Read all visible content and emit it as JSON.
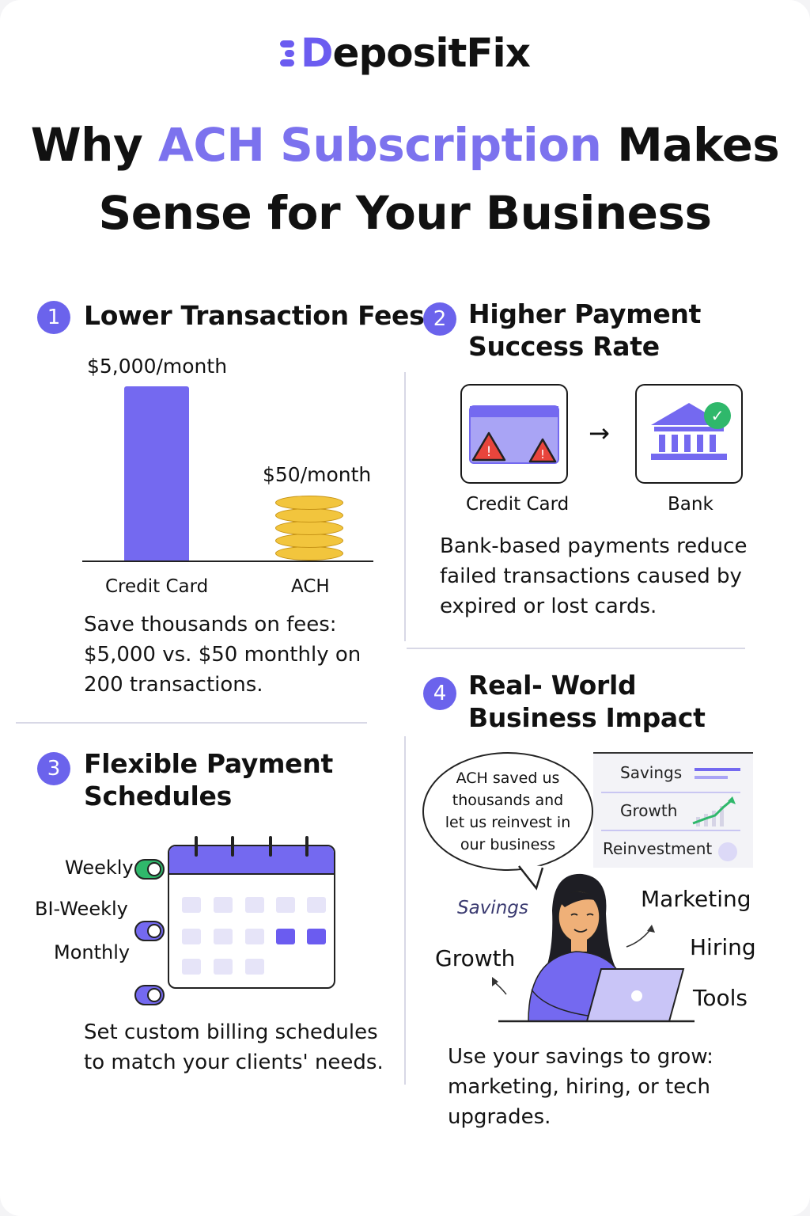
{
  "brand": {
    "name_d": "D",
    "name_rest": "epositFix"
  },
  "headline": {
    "part1": "Why ",
    "accent": "ACH Subscription",
    "part2": " Makes",
    "line2": "Sense for Your Business"
  },
  "colors": {
    "accent": "#6b5cf0",
    "bar": "#7469f0",
    "coin": "#f2c53d",
    "success": "#2fb86b"
  },
  "sections": [
    {
      "number": "1",
      "title": "Lower Transaction Fees",
      "chart": {
        "cc_label": "$5,000/month",
        "ach_label": "$50/month",
        "cc_category": "Credit Card",
        "ach_category": "ACH"
      },
      "body": [
        "Save thousands on fees:",
        "$5,000 vs. $50 monthly on",
        "200 transactions."
      ]
    },
    {
      "number": "2",
      "title_line1": "Higher Payment",
      "title_line2": "Success Rate",
      "from_label": "Credit Card",
      "to_label": "Bank",
      "arrow": "→",
      "warning_marks": [
        "!",
        "!"
      ],
      "check": "✓",
      "body": [
        "Bank-based payments reduce",
        "failed transactions caused by",
        "expired or lost cards."
      ]
    },
    {
      "number": "3",
      "title_line1": "Flexible Payment",
      "title_line2": "Schedules",
      "options": [
        "Weekly",
        "BI-Weekly",
        "Monthly"
      ],
      "body": [
        "Set custom billing schedules",
        "to match your clients' needs."
      ]
    },
    {
      "number": "4",
      "title_line1": "Real- World",
      "title_line2": "Business Impact",
      "quote_lines": [
        "ACH saved us",
        "thousands and",
        "let us reinvest in",
        "our business"
      ],
      "panel": [
        "Savings",
        "Growth",
        "Reinvestment"
      ],
      "floating": {
        "savings": "Savings",
        "growth": "Growth",
        "marketing": "Marketing",
        "hiring": "Hiring",
        "tools": "Tools"
      },
      "body": [
        "Use your savings to grow:",
        "marketing, hiring, or tech",
        "upgrades."
      ]
    }
  ]
}
